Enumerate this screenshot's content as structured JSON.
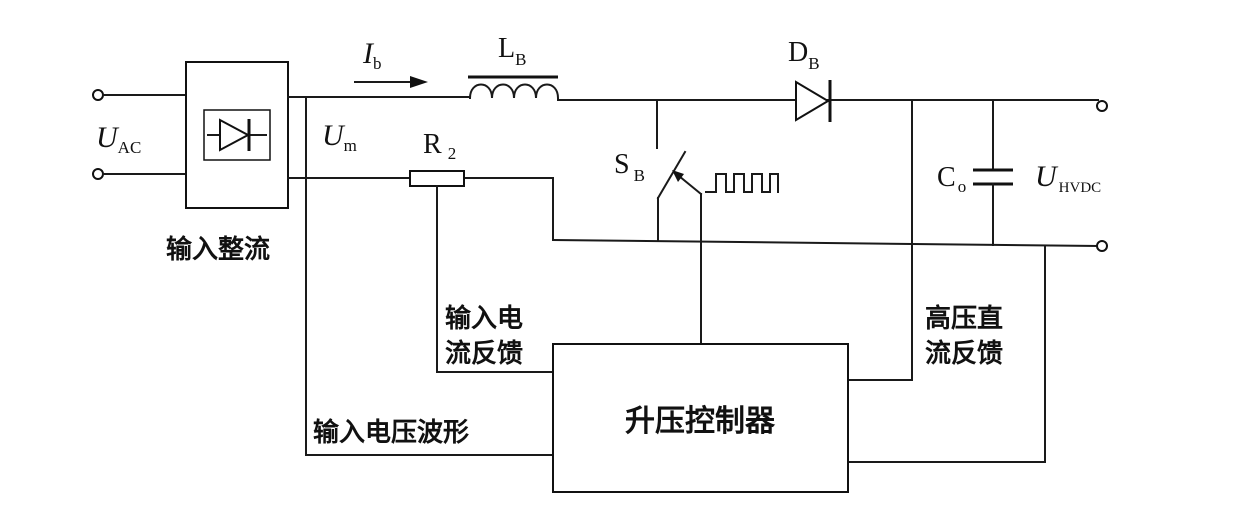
{
  "labels": {
    "u_ac": "U",
    "u_ac_sub": "AC",
    "i_b": "I",
    "i_b_sub": "b",
    "l_b": "L",
    "l_b_sub": "B",
    "d_b": "D",
    "d_b_sub": "B",
    "u_m": "U",
    "u_m_sub": "m",
    "r2": "R",
    "r2_sub": "2",
    "s_b": "S",
    "s_b_sub": "B",
    "c_o": "C",
    "c_o_sub": "o",
    "u_hvdc": "U",
    "u_hvdc_sub": "HVDC",
    "rectifier": "输入整流",
    "current_feedback_1": "输入电",
    "current_feedback_2": "流反馈",
    "hv_feedback_1": "高压直",
    "hv_feedback_2": "流反馈",
    "voltage_waveform": "输入电压波形",
    "controller": "升压控制器"
  }
}
